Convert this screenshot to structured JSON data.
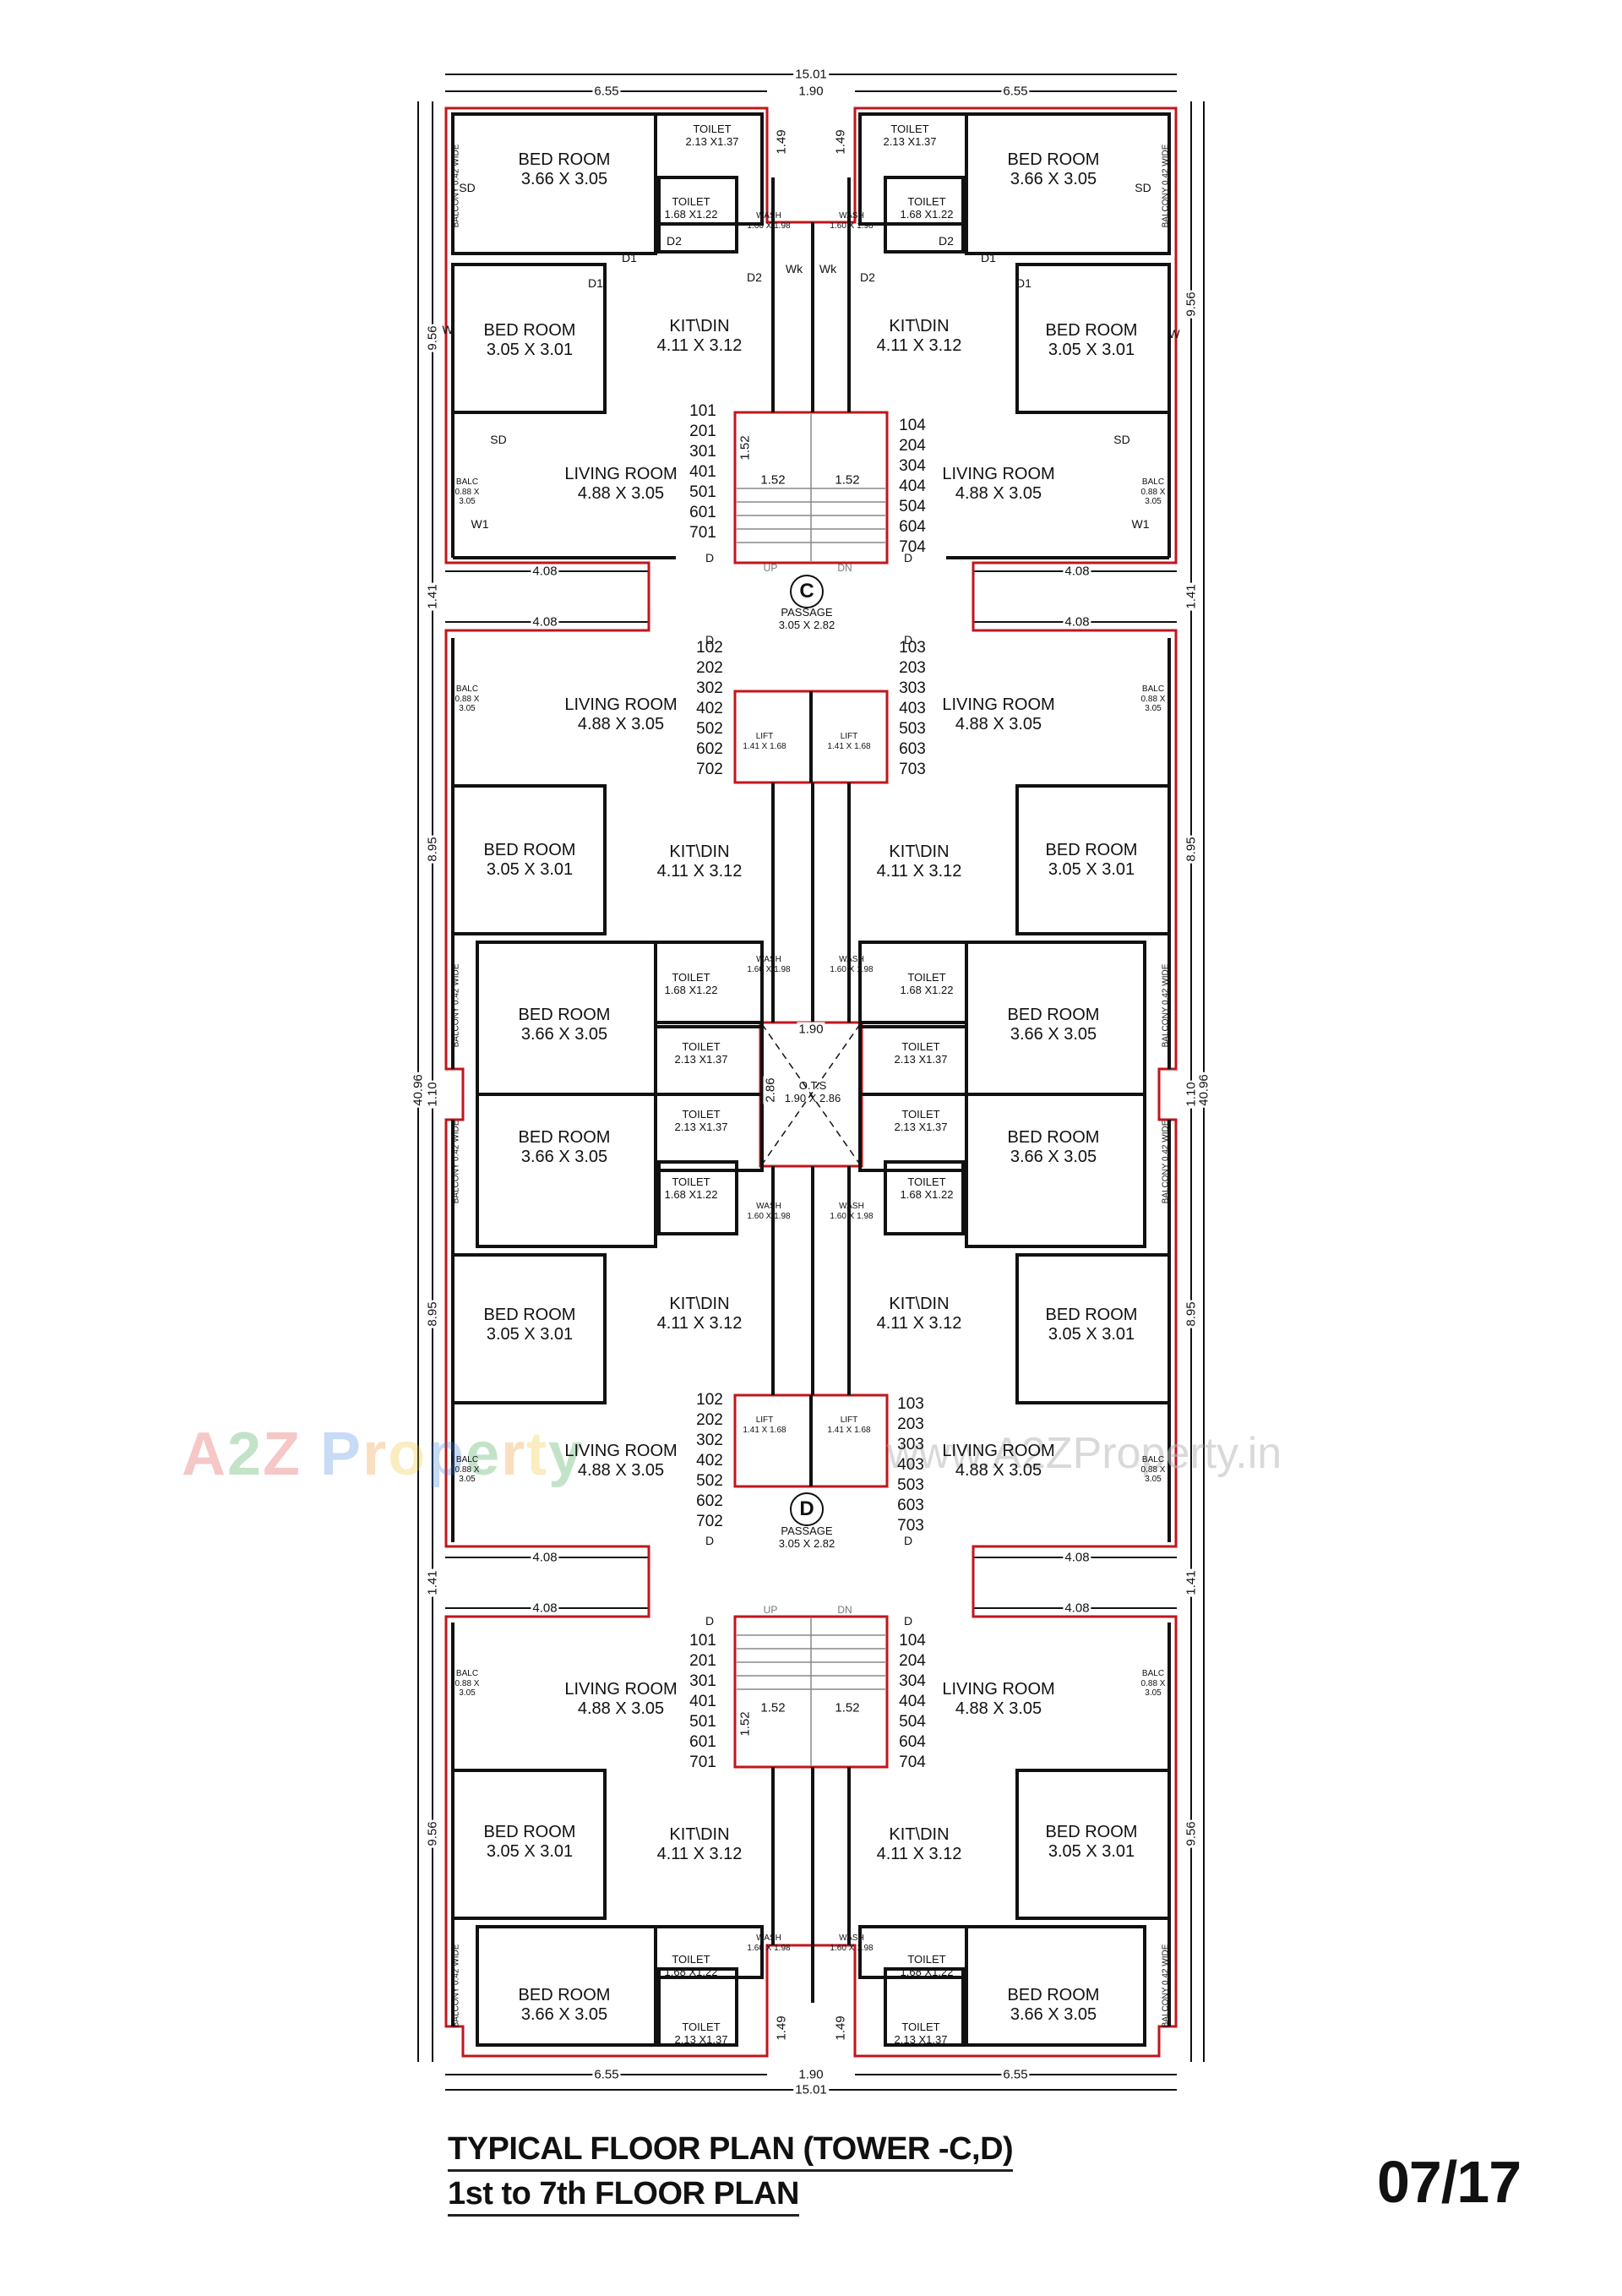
{
  "title": {
    "line1": "TYPICAL FLOOR PLAN (TOWER -C,D)",
    "line2": "1st to 7th FLOOR PLAN",
    "page": "07/17"
  },
  "colors": {
    "wall_red": "#c0161c",
    "wall_black": "#111111",
    "glazing": "#9a9a9a"
  },
  "watermark": {
    "brand": "A2Z Property",
    "url": "www.A2ZProperty.in"
  },
  "dimensions": {
    "total_width": "15.01",
    "flat_width": "6.55",
    "core_width": "1.90",
    "core_notch": "1.49",
    "total_height": "40.96",
    "end_block_height": "9.56",
    "mid_block_height": "8.95",
    "passage_gap": "1.41",
    "ots_gap": "1.10",
    "passage_offset": "4.08",
    "stair_flight": "1.52",
    "ots_depth": "2.86"
  },
  "rooms": {
    "bed_master": {
      "name": "BED ROOM",
      "size": "3.66 X 3.05"
    },
    "bed_second": {
      "name": "BED ROOM",
      "size": "3.05 X 3.01"
    },
    "kitdin": {
      "name": "KIT\\DIN",
      "size": "4.11 X 3.12"
    },
    "living": {
      "name": "LIVING ROOM",
      "size": "4.88 X 3.05"
    },
    "toilet_large": {
      "name": "TOILET",
      "size": "2.13 X1.37"
    },
    "toilet_small": {
      "name": "TOILET",
      "size": "1.68 X1.22"
    },
    "wash": {
      "name": "WASH",
      "size": "1.60 X 1.98"
    },
    "balc": {
      "name": "BALC",
      "size1": "0.88 X",
      "size2": "3.05"
    },
    "balcony": {
      "name": "BALCONY",
      "size": "0.42 WIDE"
    },
    "lift": {
      "name": "LIFT",
      "size": "1.41 X 1.68"
    },
    "passage": {
      "name": "PASSAGE",
      "size": "3.05 X 2.82"
    },
    "ots": {
      "name": "O.T.S",
      "size": "1.90 X 2.86"
    }
  },
  "towers": {
    "c": "C",
    "d": "D"
  },
  "stairs": {
    "up": "UP",
    "dn": "DN"
  },
  "tags": {
    "d": "D",
    "d1": "D1",
    "d2": "D2",
    "sd": "SD",
    "w": "W",
    "w1": "W1",
    "v": "V",
    "wk": "Wk"
  },
  "units": {
    "tl": [
      "101",
      "201",
      "301",
      "401",
      "501",
      "601",
      "701"
    ],
    "tr": [
      "104",
      "204",
      "304",
      "404",
      "504",
      "604",
      "704"
    ],
    "ml": [
      "102",
      "202",
      "302",
      "402",
      "502",
      "602",
      "702"
    ],
    "mr": [
      "103",
      "203",
      "303",
      "403",
      "503",
      "603",
      "703"
    ],
    "dl": [
      "102",
      "202",
      "302",
      "402",
      "502",
      "602",
      "702"
    ],
    "dr": [
      "103",
      "203",
      "303",
      "403",
      "503",
      "603",
      "703"
    ],
    "bl": [
      "101",
      "201",
      "301",
      "401",
      "501",
      "601",
      "701"
    ],
    "br": [
      "104",
      "204",
      "304",
      "404",
      "504",
      "604",
      "704"
    ]
  }
}
